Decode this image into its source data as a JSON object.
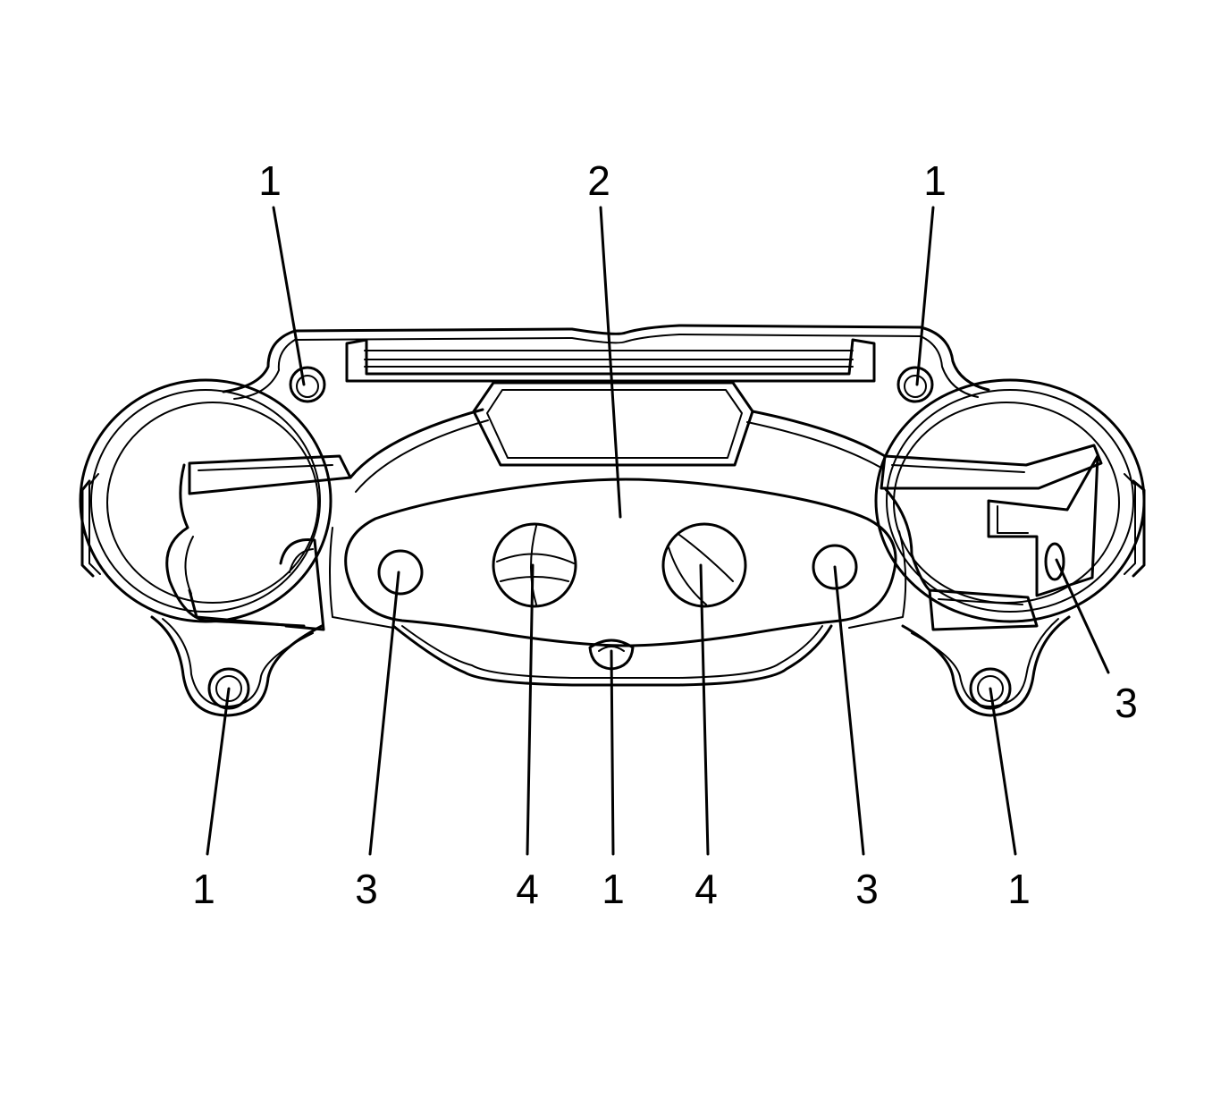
{
  "callouts": {
    "c1_top_left": "1",
    "c2_top_center": "2",
    "c1_top_right": "1",
    "c3_right": "3",
    "c1_bottom_left": "1",
    "c3_bottom_left": "3",
    "c4_bottom_left": "4",
    "c1_bottom_center": "1",
    "c4_bottom_right": "4",
    "c3_bottom_right": "3",
    "c1_bottom_right": "1"
  }
}
